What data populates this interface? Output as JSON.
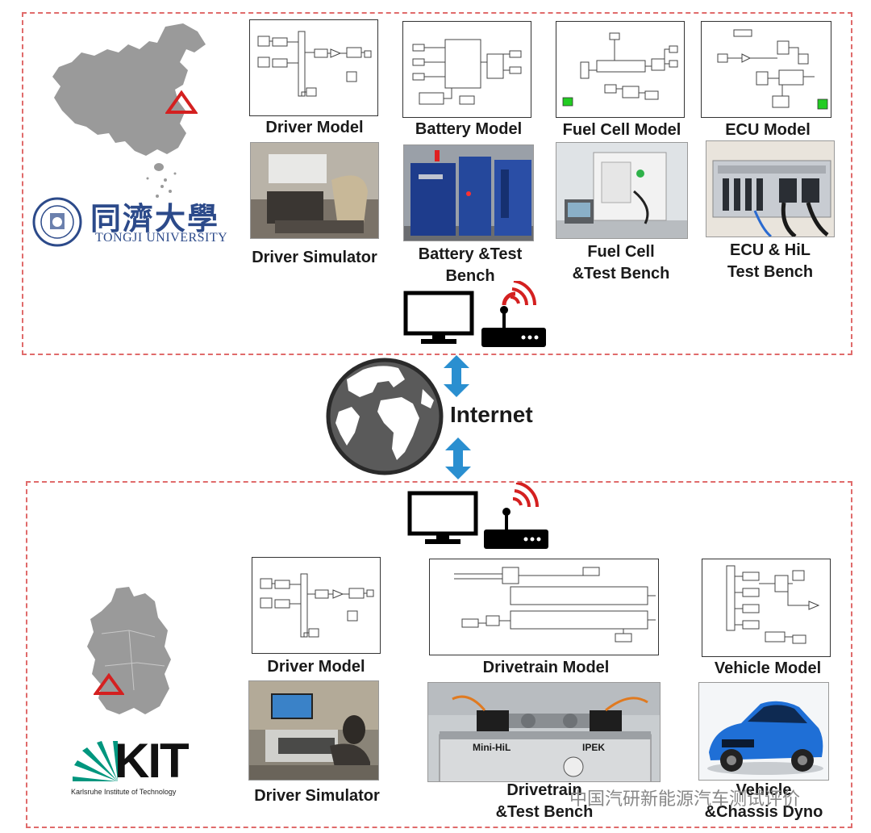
{
  "top_site": {
    "logo": {
      "chinese": "同濟大學",
      "english": "TONGJI UNIVERSITY"
    },
    "captions": {
      "driver_model": "Driver Model",
      "battery_model": "Battery Model",
      "fuel_cell_model": "Fuel Cell Model",
      "ecu_model": "ECU Model",
      "driver_simulator": "Driver Simulator",
      "battery_bench_line1": "Battery &Test",
      "battery_bench_line2": "Bench",
      "fuel_cell_bench_line1": "Fuel Cell",
      "fuel_cell_bench_line2": "&Test Bench",
      "ecu_bench_line1": "ECU & HiL",
      "ecu_bench_line2": "Test Bench"
    }
  },
  "internet": {
    "label": "Internet"
  },
  "bottom_site": {
    "logo": {
      "name": "KIT",
      "subtitle": "Karlsruhe Institute of Technology"
    },
    "captions": {
      "driver_model": "Driver Model",
      "drivetrain_model": "Drivetrain Model",
      "vehicle_model": "Vehicle Model",
      "driver_simulator": "Driver Simulator",
      "drivetrain_bench_line1": "Drivetrain",
      "drivetrain_bench_line2": "&Test Bench",
      "vehicle_dyno_line1": "Vehicle",
      "vehicle_dyno_line2": "&Chassis Dyno"
    },
    "photo_labels": {
      "mini_hil": "Mini-HiL",
      "ipek": "IPEK"
    }
  },
  "watermark": "中国汽研新能源汽车测试评价",
  "colors": {
    "frame": "#e06b6b",
    "arrow": "#2a8fd0",
    "map": "#9a9a9a",
    "marker": "#d42020",
    "wifi": "#d42020"
  },
  "icons": [
    "monitor-icon",
    "router-icon",
    "wifi-icon",
    "globe-icon",
    "double-arrow-icon",
    "location-triangle-icon"
  ]
}
